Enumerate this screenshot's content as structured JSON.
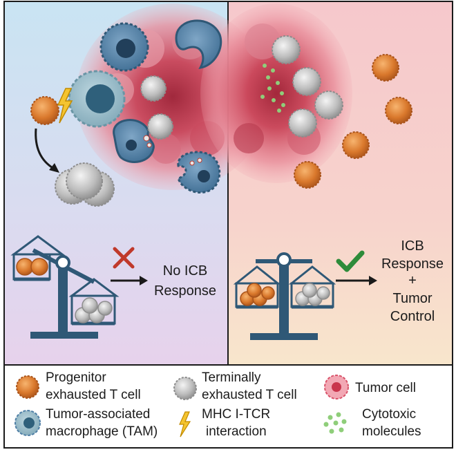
{
  "left_panel": {
    "outcome_line1": "No ICB",
    "outcome_line2": "Response"
  },
  "right_panel": {
    "outcome_line1": "ICB",
    "outcome_line2": "Response",
    "outcome_line3": "+",
    "outcome_line4": "Tumor",
    "outcome_line5": "Control"
  },
  "legend": {
    "progenitor_line1": "Progenitor",
    "progenitor_line2": "exhausted T cell",
    "terminal_line1": "Terminally",
    "terminal_line2": "exhausted T cell",
    "tumor": "Tumor cell",
    "tam_line1": "Tumor-associated",
    "tam_line2": "macrophage (TAM)",
    "mhc_line1": "MHC I-TCR",
    "mhc_line2": "interaction",
    "cyto_line1": "Cytotoxic",
    "cyto_line2": "molecules"
  },
  "colors": {
    "progenitor": "#d9782c",
    "terminal": "#b5b5b5",
    "tam": "#4f7fa6",
    "tumor": "#d9536a",
    "cytotoxic": "#8fce7a",
    "cross_mark": "#c0392b",
    "check_mark": "#2e8b3a",
    "balance": "#2f5876"
  },
  "icons": [
    "progenitor-cell-icon",
    "terminal-cell-icon",
    "tumor-cell-icon",
    "tam-icon",
    "lightning-icon",
    "cytotoxic-dots-icon",
    "cross-icon",
    "check-icon",
    "balance-scale-icon"
  ]
}
